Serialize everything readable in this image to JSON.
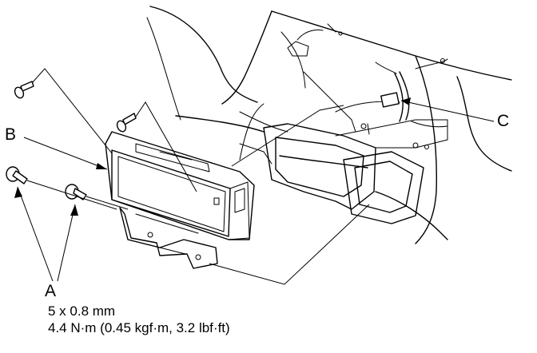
{
  "callouts": {
    "a": "A",
    "b": "B",
    "c": "C"
  },
  "spec": {
    "size": "5 x 0.8 mm",
    "torque": "4.4 N·m (0.45 kgf·m, 3.2 lbf·ft)"
  }
}
